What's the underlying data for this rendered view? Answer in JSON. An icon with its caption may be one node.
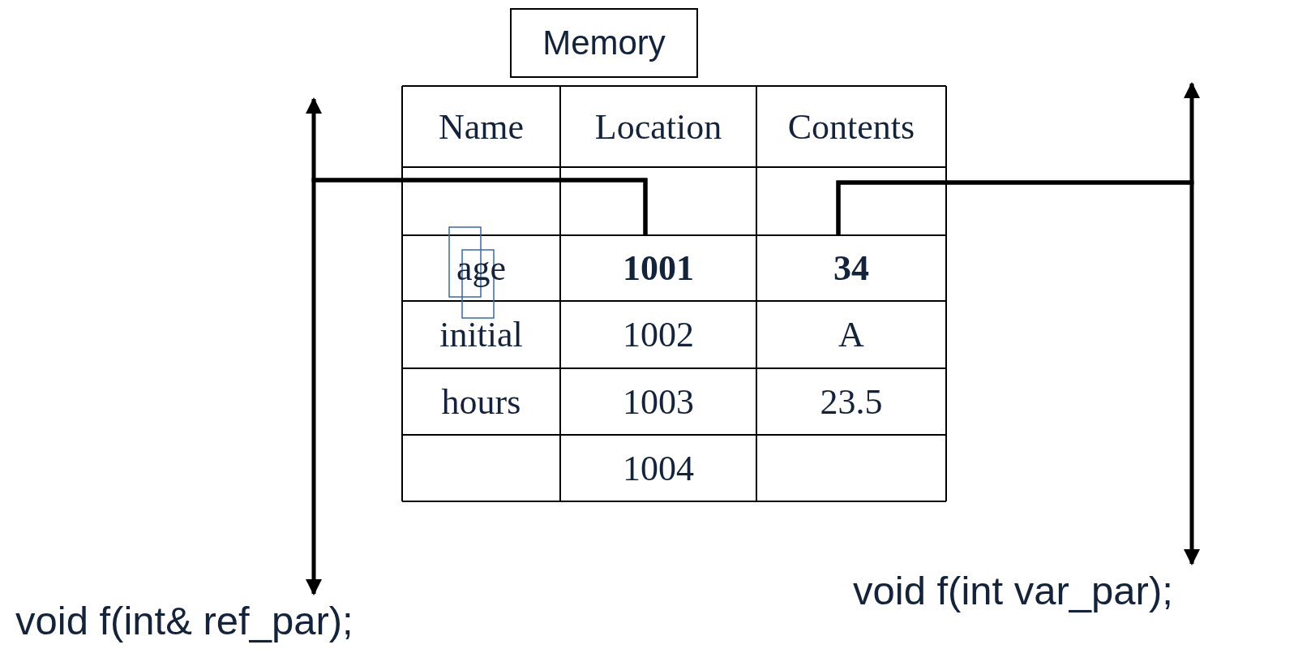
{
  "diagram": {
    "nodes": [
      {
        "text": [
          "Memory"
        ]
      },
      {
        "text": [
          "1001"
        ]
      },
      {
        "text": [
          "34"
        ]
      },
      {
        "text": [
          "void f(int& ref_par);"
        ]
      },
      {
        "text": [
          "void f(int var_par);"
        ]
      }
    ],
    "edges": [
      {
        "from": 1,
        "to": 3,
        "arrow": "to"
      },
      {
        "from": 1,
        "to": null,
        "arrow": "to"
      },
      {
        "from": 2,
        "to": 4,
        "arrow": "to"
      },
      {
        "from": 2,
        "to": null,
        "arrow": "to"
      }
    ],
    "labels": [
      "Name",
      "Location",
      "Contents",
      "age",
      "initial",
      "1002",
      "A",
      "hours",
      "1003",
      "23.5",
      "1004"
    ]
  }
}
